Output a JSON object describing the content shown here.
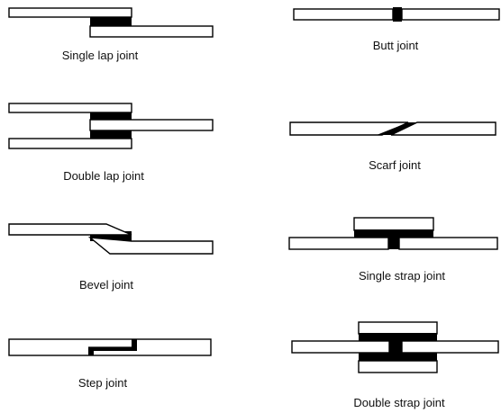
{
  "colors": {
    "adhesive": "#000000",
    "adherend_fill": "#ffffff",
    "outline": "#000000",
    "background": "#ffffff"
  },
  "joints": [
    {
      "id": "single-lap",
      "label": "Single lap joint"
    },
    {
      "id": "double-lap",
      "label": "Double lap joint"
    },
    {
      "id": "bevel",
      "label": "Bevel joint"
    },
    {
      "id": "step",
      "label": "Step joint"
    },
    {
      "id": "butt",
      "label": "Butt joint"
    },
    {
      "id": "scarf",
      "label": "Scarf joint"
    },
    {
      "id": "single-strap",
      "label": "Single strap joint"
    },
    {
      "id": "double-strap",
      "label": "Double strap joint"
    }
  ]
}
